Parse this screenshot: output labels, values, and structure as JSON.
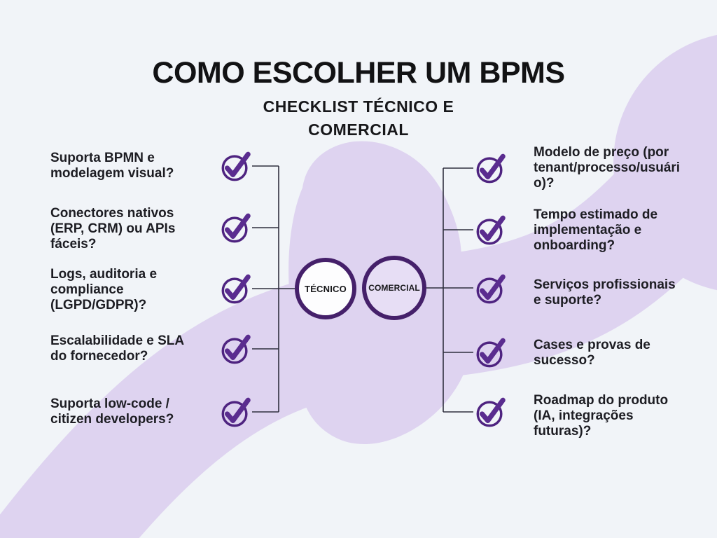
{
  "title": "COMO ESCOLHER UM BPMS",
  "subtitle": {
    "line1": "CHECKLIST TÉCNICO E",
    "line2": "COMERCIAL"
  },
  "center": {
    "tecnico_label": "TÉCNICO",
    "comercial_label": "COMERCIAL"
  },
  "tecnico_items": [
    "Suporta BPMN e modelagem visual?",
    "Conectores nativos (ERP, CRM) ou APIs fáceis?",
    "Logs, auditoria e compliance (LGPD/GDPR)?",
    "Escalabilidade e SLA do fornecedor?",
    "Suporta low-code / citizen developers?"
  ],
  "comercial_items": [
    "Modelo de preço (por tenant/processo/usuário)?",
    "Tempo estimado de implementação e onboarding?",
    "Serviços profissionais e suporte?",
    "Cases e provas de sucesso?",
    "Roadmap do produto (IA, integrações futuras)?"
  ],
  "icons": {
    "check": "check-circle-icon"
  },
  "colors": {
    "background": "#f1f4f8",
    "wave_lavender": "#ded3f0",
    "check_mark_purple": "#5a2c8f",
    "check_ring_purple": "#4e2380",
    "circle_border_purple": "#45206a",
    "comercial_fill": "#e7def5",
    "tecnico_fill": "#fdfdfe",
    "connector_line": "#2f2f3e",
    "text_dark": "#1d1d23"
  }
}
